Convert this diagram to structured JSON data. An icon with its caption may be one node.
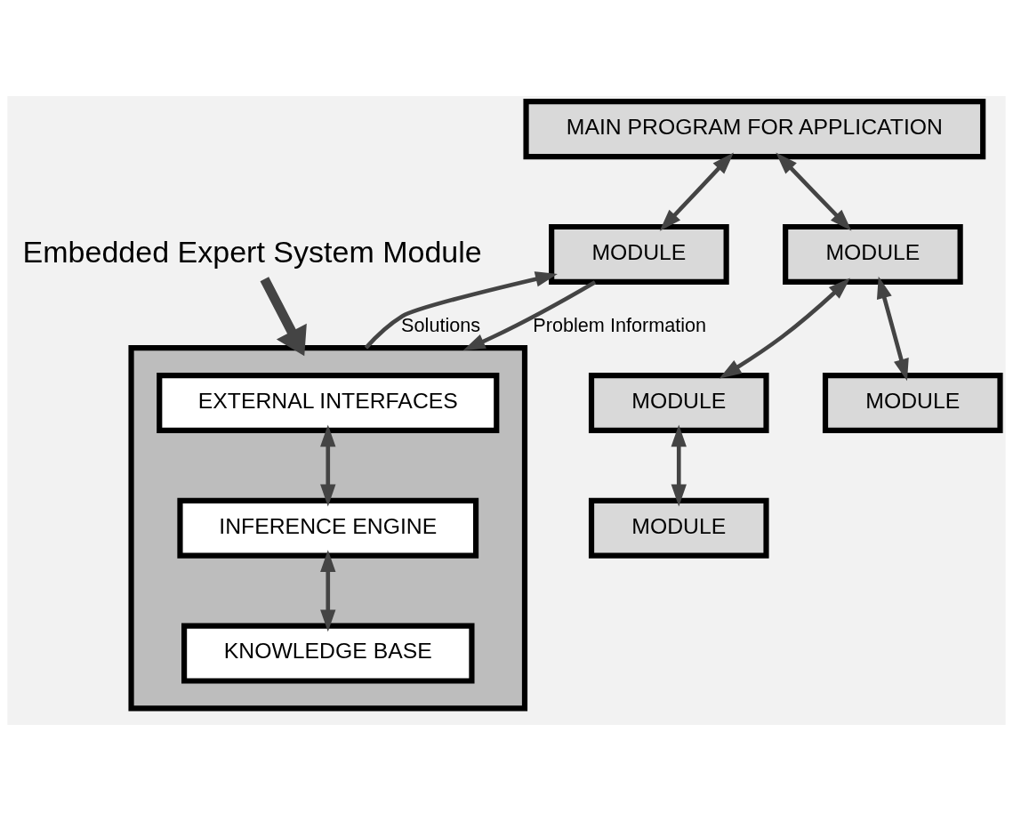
{
  "diagram": {
    "nodes": [
      {
        "text": [
          "MAIN PROGRAM FOR APPLICATION"
        ]
      },
      {
        "text": [
          "MODULE"
        ]
      },
      {
        "text": [
          "MODULE"
        ]
      },
      {
        "text": [],
        "shape": "box"
      },
      {
        "text": [
          "EXTERNAL INTERFACES"
        ],
        "in": 3
      },
      {
        "text": [
          "INFERENCE ENGINE"
        ],
        "in": 3
      },
      {
        "text": [
          "KNOWLEDGE BASE"
        ],
        "in": 3
      },
      {
        "text": [
          "MODULE"
        ]
      },
      {
        "text": [
          "MODULE"
        ]
      },
      {
        "text": [
          "MODULE"
        ]
      },
      {
        "text": [
          "Embedded Expert System Module"
        ]
      }
    ],
    "edges": [
      {
        "from": 0,
        "to": 1,
        "arrow": "both"
      },
      {
        "from": 0,
        "to": 2,
        "arrow": "both"
      },
      {
        "from": 1,
        "to": 3,
        "arrow": "to",
        "label": "Problem Information"
      },
      {
        "from": 3,
        "to": 1,
        "arrow": "to",
        "label": "Solutions"
      },
      {
        "from": 2,
        "to": 7,
        "arrow": "both"
      },
      {
        "from": 2,
        "to": 8,
        "arrow": "both"
      },
      {
        "from": 4,
        "to": 5,
        "arrow": "both"
      },
      {
        "from": 5,
        "to": 6,
        "arrow": "both"
      },
      {
        "from": 8,
        "to": 9,
        "arrow": "both"
      },
      {
        "from": 10,
        "to": 3,
        "arrow": "to",
        "style": "thick"
      }
    ]
  }
}
